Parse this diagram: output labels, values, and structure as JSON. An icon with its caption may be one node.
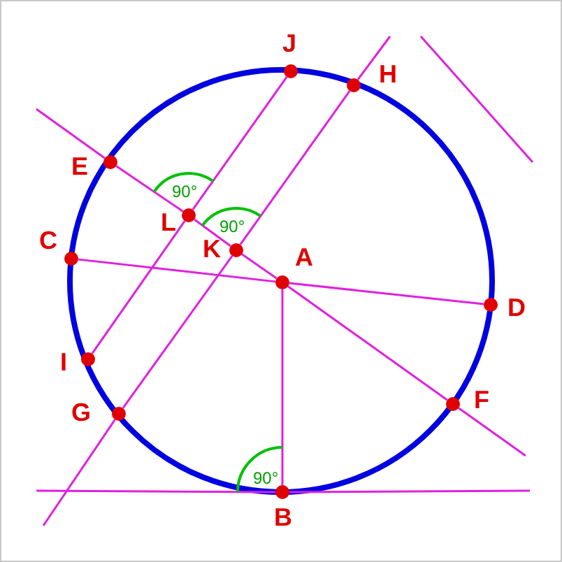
{
  "diagram": {
    "nodes": [
      {
        "text": [
          "J"
        ]
      },
      {
        "text": [
          "H"
        ]
      },
      {
        "text": [
          "E"
        ]
      },
      {
        "text": [
          "C"
        ]
      },
      {
        "text": [
          "L"
        ]
      },
      {
        "text": [
          "K"
        ]
      },
      {
        "text": [
          "A"
        ]
      },
      {
        "text": [
          "D"
        ]
      },
      {
        "text": [
          "I"
        ]
      },
      {
        "text": [
          "G"
        ]
      },
      {
        "text": [
          "F"
        ]
      },
      {
        "text": [
          "B"
        ]
      }
    ],
    "edges": [
      {
        "from": 0,
        "to": 4,
        "arrow": "none"
      },
      {
        "from": 4,
        "to": 8,
        "arrow": "none"
      },
      {
        "from": 1,
        "to": 5,
        "arrow": "none"
      },
      {
        "from": 5,
        "to": 9,
        "arrow": "none"
      },
      {
        "from": 2,
        "to": 4,
        "arrow": "none"
      },
      {
        "from": 4,
        "to": 5,
        "arrow": "none"
      },
      {
        "from": 5,
        "to": 6,
        "arrow": "none"
      },
      {
        "from": 6,
        "to": 10,
        "arrow": "none"
      },
      {
        "from": 3,
        "to": 6,
        "arrow": "none"
      },
      {
        "from": 6,
        "to": 7,
        "arrow": "none"
      },
      {
        "from": 6,
        "to": 11,
        "arrow": "none"
      },
      {
        "from": null,
        "to": 1,
        "arrow": "none"
      },
      {
        "from": 9,
        "to": null,
        "arrow": "none"
      },
      {
        "from": null,
        "to": 2,
        "arrow": "none"
      },
      {
        "from": 10,
        "to": null,
        "arrow": "none"
      },
      {
        "from": null,
        "to": 11,
        "arrow": "none"
      },
      {
        "from": 11,
        "to": null,
        "arrow": "none"
      }
    ],
    "labels": [
      "90°",
      "90°",
      "90°"
    ]
  }
}
